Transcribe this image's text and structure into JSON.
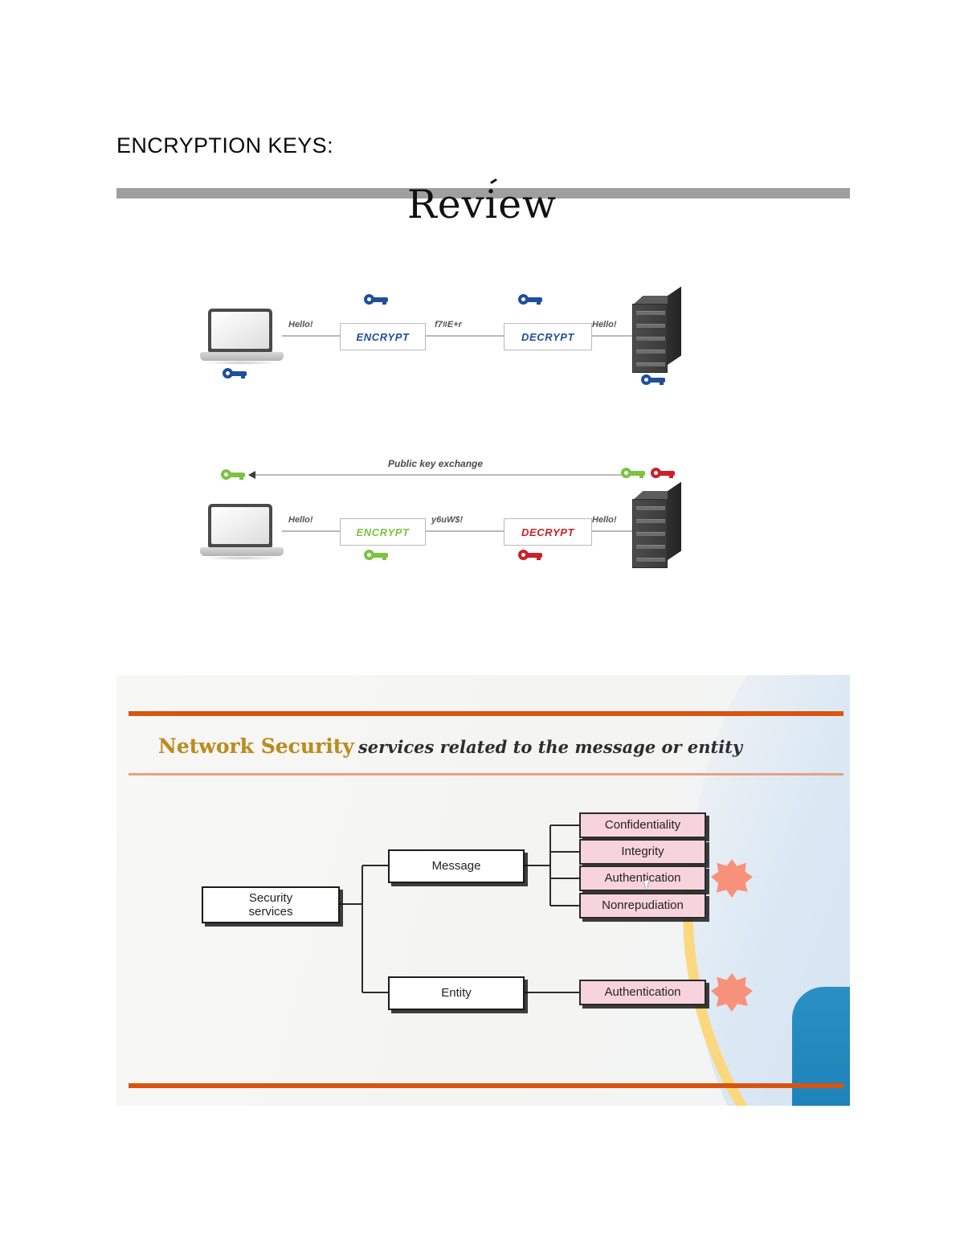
{
  "page": {
    "heading": "ENCRYPTION KEYS:"
  },
  "review_banner": {
    "title": "Review",
    "bar_color": "#9f9f9f"
  },
  "symmetric_diagram": {
    "name": "symmetric-encryption-flow",
    "source_device": "laptop",
    "target_device": "server",
    "plaintext_left": "Hello!",
    "encrypt_label": "ENCRYPT",
    "ciphertext": "f7#E+r",
    "decrypt_label": "DECRYPT",
    "plaintext_right": "Hello!",
    "key_color": "#1f4e9c",
    "keys": [
      {
        "name": "key-above-encrypt",
        "color": "#1f4e9c"
      },
      {
        "name": "key-above-decrypt",
        "color": "#1f4e9c"
      },
      {
        "name": "key-below-laptop",
        "color": "#1f4e9c"
      },
      {
        "name": "key-below-server",
        "color": "#1f4e9c"
      }
    ]
  },
  "asymmetric_diagram": {
    "name": "asymmetric-encryption-flow",
    "exchange_label": "Public key exchange",
    "source_device": "laptop",
    "target_device": "server",
    "plaintext_left": "Hello!",
    "encrypt_label": "ENCRYPT",
    "ciphertext": "y6uW$!",
    "decrypt_label": "DECRYPT",
    "plaintext_right": "Hello!",
    "public_key_color": "#7ec242",
    "private_key_color": "#cc2027",
    "encrypt_text_color": "#7ec242",
    "decrypt_text_color": "#cc2027"
  },
  "slide": {
    "heading_strong": "Network Security",
    "heading_sub": "services related to the message or entity",
    "accent_color": "#d8540f",
    "heading_color": "#bb8c20",
    "tree": {
      "root": "Security\nservices",
      "root_line1": "Security",
      "root_line2": "services",
      "branches": [
        {
          "label": "Message",
          "children": [
            {
              "label": "Confidentiality",
              "highlighted": false
            },
            {
              "label": "Integrity",
              "highlighted": false
            },
            {
              "label": "Authentication",
              "highlighted": true
            },
            {
              "label": "Nonrepudiation",
              "highlighted": false
            }
          ]
        },
        {
          "label": "Entity",
          "children": [
            {
              "label": "Authentication",
              "highlighted": true
            }
          ]
        }
      ],
      "leaf_fill": "#f7d3de",
      "burst_color": "#f8917a"
    }
  }
}
